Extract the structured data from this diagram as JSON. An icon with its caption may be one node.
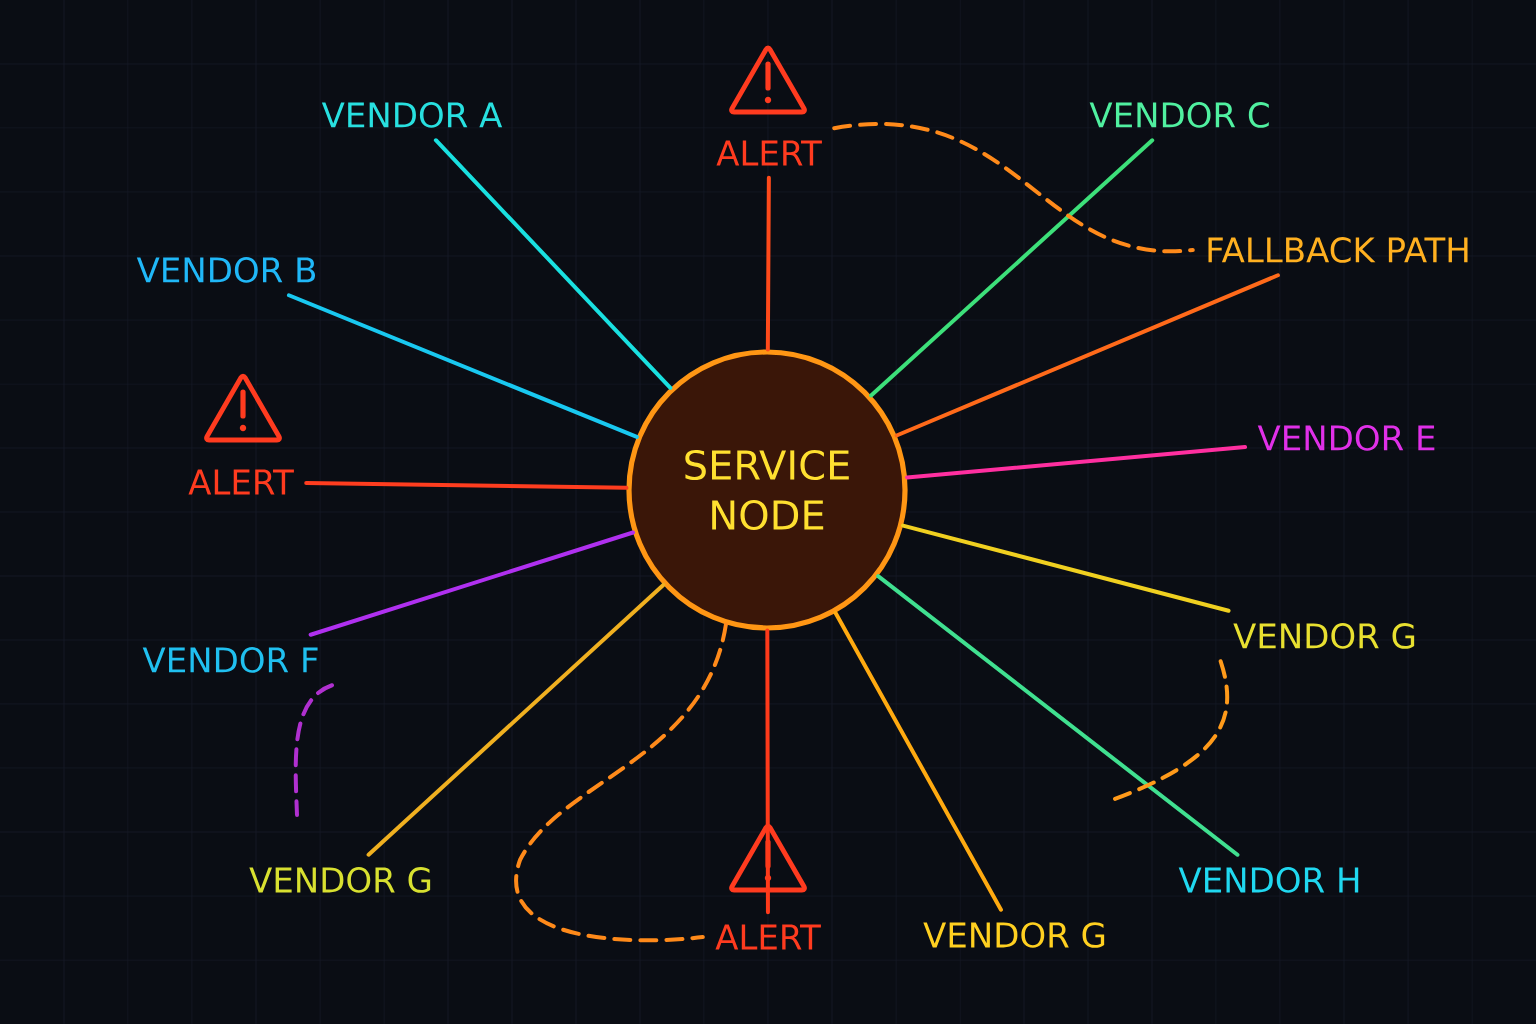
{
  "diagram": {
    "nodes": [
      {
        "text": [
          "SERVICE NODE"
        ]
      },
      {
        "text": [
          "VENDOR A"
        ]
      },
      {
        "text": [
          "ALERT"
        ]
      },
      {
        "text": [
          "VENDOR C"
        ]
      },
      {
        "text": [
          "VENDOR B"
        ]
      },
      {
        "text": [
          "FALLBACK PATH"
        ]
      },
      {
        "text": [
          "ALERT"
        ]
      },
      {
        "text": [
          "VENDOR E"
        ]
      },
      {
        "text": [
          "VENDOR F"
        ]
      },
      {
        "text": [
          "VENDOR G"
        ]
      },
      {
        "text": [
          "VENDOR G"
        ]
      },
      {
        "text": [
          "ALERT"
        ]
      },
      {
        "text": [
          "VENDOR G"
        ]
      },
      {
        "text": [
          "VENDOR H"
        ]
      }
    ],
    "edges": [
      {
        "from": 0,
        "to": 1,
        "arrow": "none",
        "color": "#19e0e0"
      },
      {
        "from": 0,
        "to": 2,
        "arrow": "none",
        "color": "#ff4a1a"
      },
      {
        "from": 0,
        "to": 3,
        "arrow": "none",
        "color": "#3de07a"
      },
      {
        "from": 0,
        "to": 4,
        "arrow": "none",
        "color": "#19c8f0"
      },
      {
        "from": 0,
        "to": 5,
        "arrow": "none",
        "color": "#ff6a1a"
      },
      {
        "from": 0,
        "to": 6,
        "arrow": "none",
        "color": "#ff3d1f"
      },
      {
        "from": 0,
        "to": 7,
        "arrow": "none",
        "color": "#ff2fa0"
      },
      {
        "from": 0,
        "to": 8,
        "arrow": "none",
        "color": "#b030f0"
      },
      {
        "from": 0,
        "to": 9,
        "arrow": "none",
        "color": "#f0d020"
      },
      {
        "from": 0,
        "to": 10,
        "arrow": "none",
        "color": "#f0b020"
      },
      {
        "from": 0,
        "to": 11,
        "arrow": "none",
        "color": "#ff3a1a"
      },
      {
        "from": 0,
        "to": 12,
        "arrow": "none",
        "color": "#ffaa10"
      },
      {
        "from": 0,
        "to": 13,
        "arrow": "none",
        "color": "#40e090"
      },
      {
        "from": 2,
        "to": 5,
        "arrow": "none",
        "style": "dashed",
        "color": "#ff8a1a"
      },
      {
        "from": 8,
        "to": null,
        "arrow": "none",
        "style": "dashed",
        "color": "#b030d0"
      },
      {
        "from": 9,
        "to": null,
        "arrow": "none",
        "style": "dashed",
        "color": "#ff9a1a"
      },
      {
        "from": 0,
        "to": 11,
        "arrow": "none",
        "style": "dashed",
        "color": "#ff8a1a"
      }
    ]
  }
}
